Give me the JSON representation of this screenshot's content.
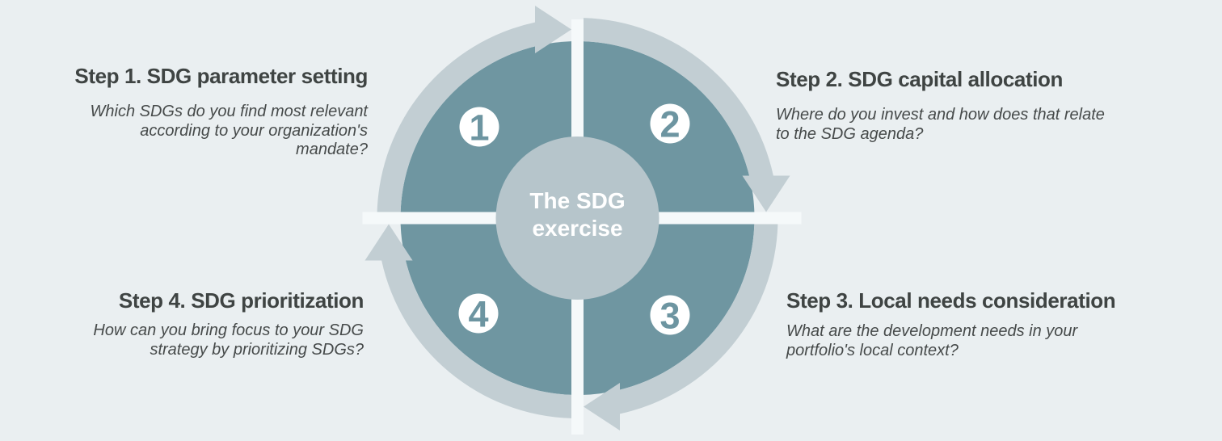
{
  "page": {
    "background": "#eaeff1"
  },
  "diagram": {
    "center": {
      "line1": "The SDG",
      "line2": "exercise"
    },
    "colors": {
      "background": "#eaeff1",
      "quadrant": "#6f96a1",
      "ring_arrow": "#c2ced3",
      "center_circle": "#b6c5cb",
      "band": "#f5f9fa",
      "number_circle": "#ffffff",
      "number_text": "#6d95a1",
      "center_text": "#ffffff",
      "heading_text": "#3f4443",
      "body_text": "#464a4a"
    }
  },
  "steps": [
    {
      "number": "1",
      "title": "Step 1. SDG parameter setting",
      "desc_lines": [
        "Which SDGs do you find most relevant",
        "according to your organization's",
        "mandate?"
      ]
    },
    {
      "number": "2",
      "title": "Step 2. SDG capital allocation",
      "desc_lines": [
        "Where do you invest and how does that relate",
        "to the SDG agenda?"
      ]
    },
    {
      "number": "3",
      "title": "Step 3. Local needs consideration",
      "desc_lines": [
        "What are the development needs in your",
        "portfolio's local context?"
      ]
    },
    {
      "number": "4",
      "title": "Step 4. SDG prioritization",
      "desc_lines": [
        "How can you bring focus to your SDG",
        "strategy by prioritizing SDGs?"
      ]
    }
  ]
}
